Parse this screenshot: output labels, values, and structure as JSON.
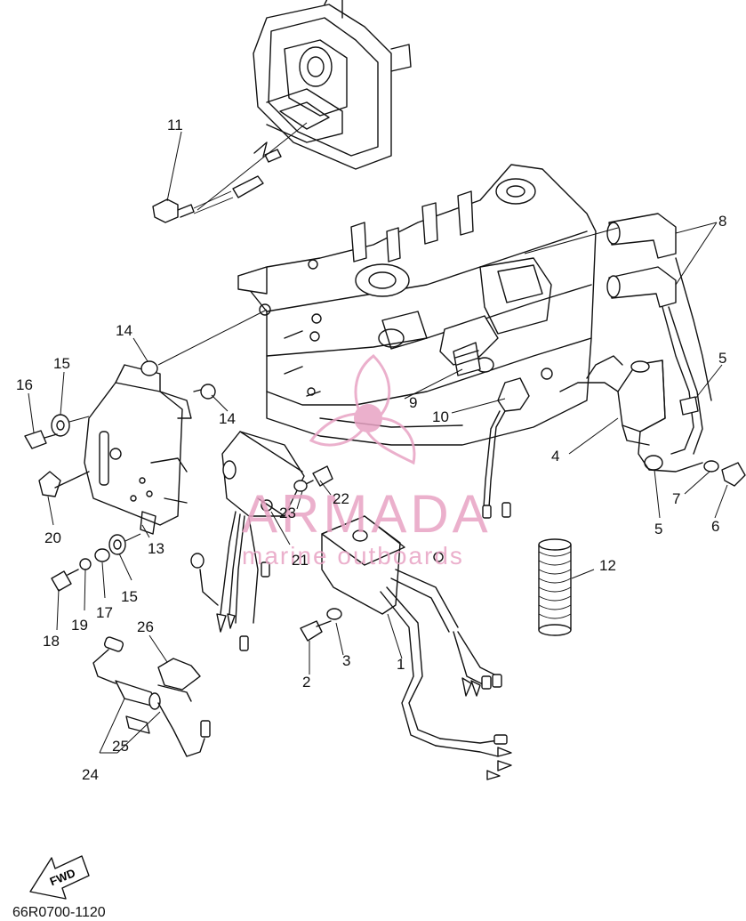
{
  "diagram": {
    "code": "66R0700-1120",
    "fwd_label": "FWD",
    "watermark": {
      "brand": "ARMADA",
      "tagline": "marine outboards",
      "color": "#e8a3c4"
    },
    "callouts": [
      {
        "id": "c1",
        "text": "1"
      },
      {
        "id": "c2",
        "text": "2"
      },
      {
        "id": "c3",
        "text": "3"
      },
      {
        "id": "c4",
        "text": "4"
      },
      {
        "id": "c5a",
        "text": "5"
      },
      {
        "id": "c5b",
        "text": "5"
      },
      {
        "id": "c6",
        "text": "6"
      },
      {
        "id": "c7",
        "text": "7"
      },
      {
        "id": "c8",
        "text": "8"
      },
      {
        "id": "c9",
        "text": "9"
      },
      {
        "id": "c10",
        "text": "10"
      },
      {
        "id": "c11",
        "text": "11"
      },
      {
        "id": "c12",
        "text": "12"
      },
      {
        "id": "c13",
        "text": "13"
      },
      {
        "id": "c14a",
        "text": "14"
      },
      {
        "id": "c14b",
        "text": "14"
      },
      {
        "id": "c15a",
        "text": "15"
      },
      {
        "id": "c15b",
        "text": "15"
      },
      {
        "id": "c16",
        "text": "16"
      },
      {
        "id": "c17",
        "text": "17"
      },
      {
        "id": "c18",
        "text": "18"
      },
      {
        "id": "c19",
        "text": "19"
      },
      {
        "id": "c20",
        "text": "20"
      },
      {
        "id": "c21",
        "text": "21"
      },
      {
        "id": "c22",
        "text": "22"
      },
      {
        "id": "c23",
        "text": "23"
      },
      {
        "id": "c24",
        "text": "24"
      },
      {
        "id": "c25",
        "text": "25"
      },
      {
        "id": "c26",
        "text": "26"
      }
    ]
  }
}
